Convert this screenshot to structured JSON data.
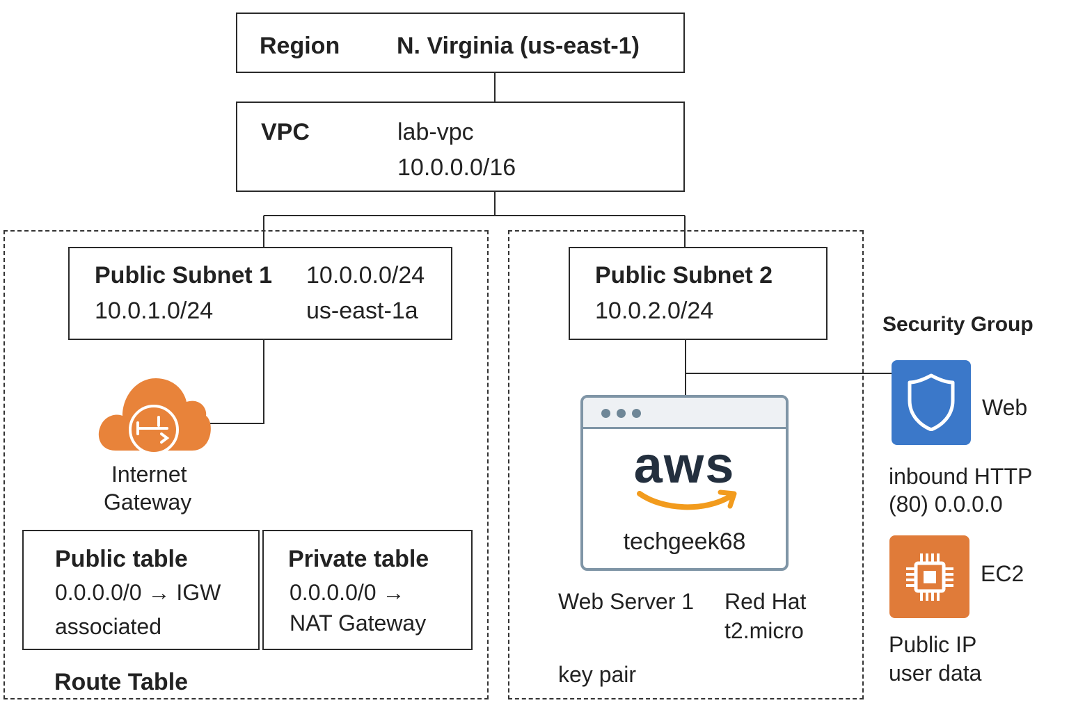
{
  "region": {
    "label": "Region",
    "value": "N. Virginia (us-east-1)"
  },
  "vpc": {
    "label": "VPC",
    "name": "lab-vpc",
    "cidr": "10.0.0.0/16"
  },
  "subnet1": {
    "title": "Public Subnet 1",
    "cidr": "10.0.1.0/24",
    "cidr_extra": "10.0.0.0/24",
    "az": "us-east-1a"
  },
  "subnet2": {
    "title": "Public Subnet 2",
    "cidr": "10.0.2.0/24"
  },
  "igw": {
    "line1": "Internet",
    "line2": "Gateway",
    "icon": "internet-gateway-cloud-icon",
    "color": "#E8833A"
  },
  "public_table": {
    "title": "Public table",
    "route": "0.0.0.0/0 → IGW",
    "note": "associated"
  },
  "private_table": {
    "title": "Private table",
    "route": "0.0.0.0/0 →",
    "target": "NAT Gateway"
  },
  "route_table_label": "Route Table",
  "server": {
    "logo_text": "aws",
    "name": "techgeek68",
    "title": "Web Server 1",
    "os": "Red Hat",
    "type": "t2.micro",
    "key": "key pair",
    "icon": "browser-window-icon",
    "smile_color": "#F29B1D"
  },
  "security_group": {
    "title": "Security Group",
    "sg_label": "Web",
    "rule_line1": "inbound HTTP",
    "rule_line2": "(80) 0.0.0.0",
    "sg_icon": "shield-icon",
    "sg_color": "#3B78C9"
  },
  "ec2": {
    "label": "EC2",
    "line1": "Public IP",
    "line2": "user data",
    "icon": "chip-icon",
    "color": "#E07B39"
  }
}
